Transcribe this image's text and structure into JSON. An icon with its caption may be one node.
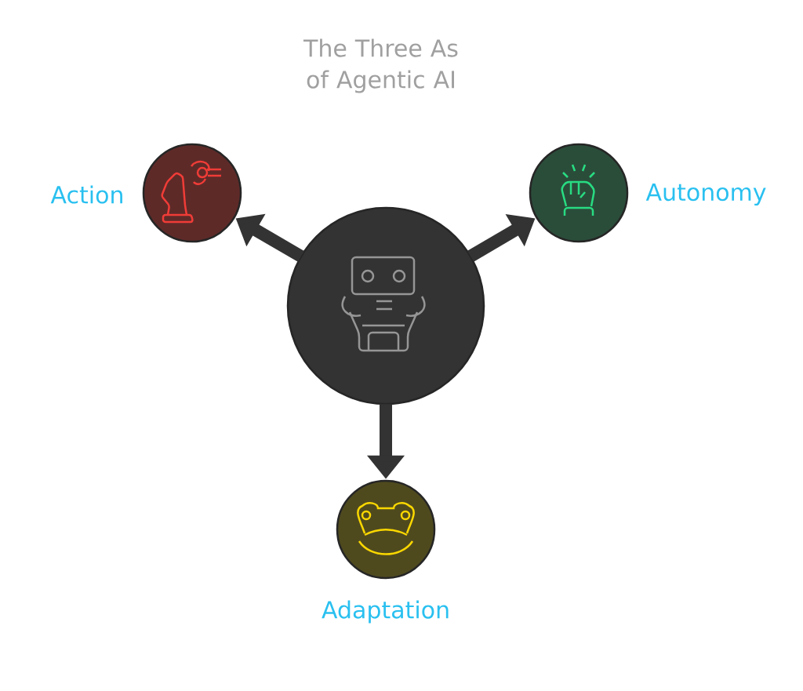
{
  "diagram": {
    "title": "The Three As of Agentic AI",
    "nodes": [
      {
        "text": [],
        "shape": "circle"
      },
      {
        "text": [],
        "shape": "circle",
        "beside": [
          "Action"
        ]
      },
      {
        "text": [],
        "shape": "circle",
        "beside": [
          "Autonomy"
        ]
      },
      {
        "text": [],
        "shape": "circle",
        "beside": [
          "Adaptation"
        ]
      }
    ],
    "edges": [
      {
        "from": 0,
        "to": 1,
        "arrow": "to"
      },
      {
        "from": 0,
        "to": 2,
        "arrow": "to"
      },
      {
        "from": 0,
        "to": 3,
        "arrow": "to"
      }
    ]
  }
}
